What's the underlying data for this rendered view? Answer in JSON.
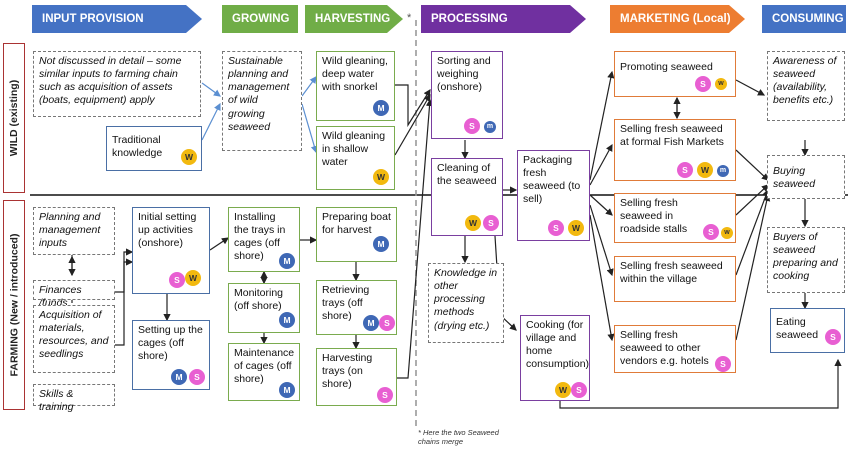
{
  "stages": [
    {
      "label": "INPUT PROVISION",
      "color": "#4472c4"
    },
    {
      "label": "GROWING",
      "color": "#70ad47"
    },
    {
      "label": "HARVESTING",
      "color": "#70ad47"
    },
    {
      "label": "PROCESSING",
      "color": "#7030a0"
    },
    {
      "label": "MARKETING (Local)",
      "color": "#ed7d31"
    },
    {
      "label": "CONSUMING",
      "color": "#4472c4"
    }
  ],
  "rows": {
    "wild": "WILD (existing)",
    "farming": "FARMING (New / introduced)"
  },
  "divider_marker": "*",
  "merge_note": "* Here the two Seaweed chains merge",
  "badge_colors": {
    "S": "#e85fd2",
    "W": "#f2b90f",
    "M": "#3f68b5"
  },
  "boxes": {
    "wild_inputs_note": "Not discussed in detail – some similar inputs to farming chain such as acquisition of assets (boats, equipment) apply",
    "traditional_knowledge": "Traditional knowledge",
    "sustainable_planning": "Sustainable planning and management of wild growing seaweed",
    "wild_deep": "Wild gleaning, deep water with snorkel",
    "wild_shallow": "Wild gleaning in shallow water",
    "sorting": "Sorting and weighing (onshore)",
    "cleaning": "Cleaning of the seaweed",
    "packaging": "Packaging fresh seaweed (to sell)",
    "knowledge_processing": "Knowledge in other processing methods (drying etc.)",
    "cooking": "Cooking (for village and home consumption)",
    "promoting": "Promoting seaweed",
    "formal_markets": "Selling fresh seaweed at formal Fish Markets",
    "roadside": "Selling fresh seaweed in roadside stalls",
    "village": "Selling fresh seaweed within the village",
    "vendors": "Selling fresh seaweed to other vendors e.g. hotels",
    "awareness": "Awareness of seaweed (availability, benefits etc.)",
    "buying": "Buying seaweed",
    "buyers_preparing": "Buyers of seaweed preparing and cooking",
    "eating": "Eating seaweed",
    "planning_inputs": "Planning and management inputs",
    "finances": "Finances /funds",
    "acquisition": "Acquisition of materials, resources, and seedlings",
    "skills": "Skills & training",
    "initial_setup": "Initial setting up activities (onshore)",
    "setup_cages": "Setting up the cages (off shore)",
    "installing_trays": "Installing the trays in cages (off shore)",
    "monitoring": "Monitoring (off shore)",
    "maintenance": "Maintenance of cages (off shore)",
    "preparing_boat": "Preparing boat for harvest",
    "retrieving": "Retrieving trays (off shore)",
    "harvesting_trays": "Harvesting trays (on shore)"
  }
}
